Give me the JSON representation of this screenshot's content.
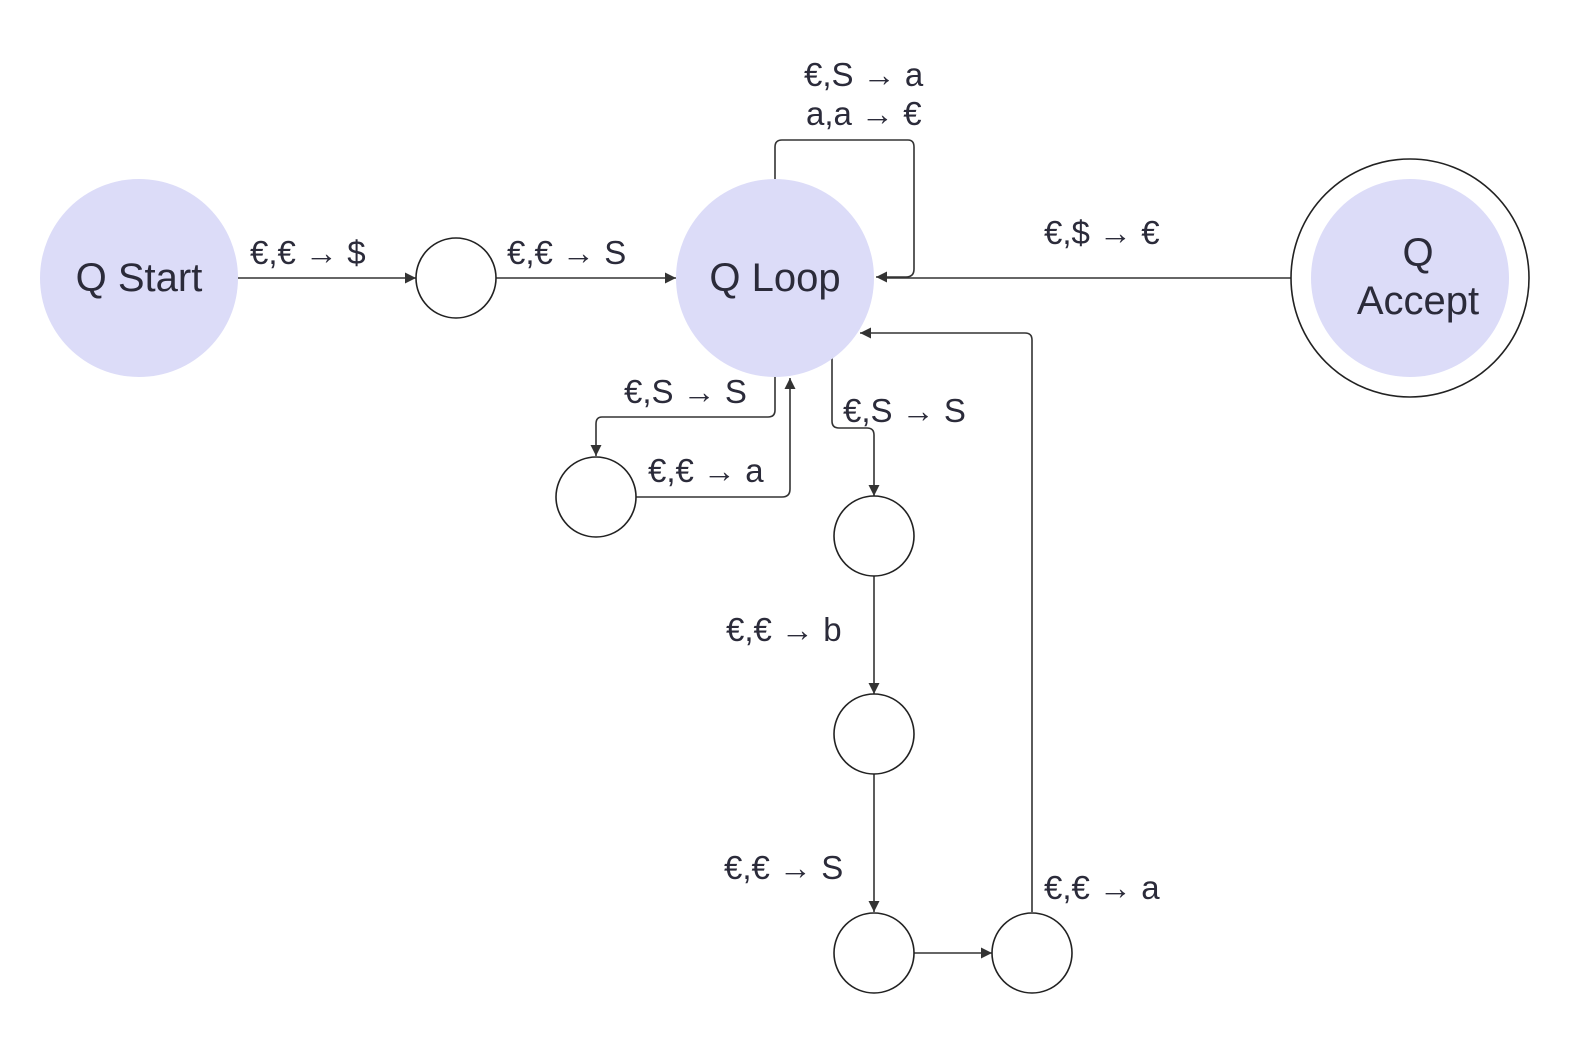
{
  "colors": {
    "state_fill": "#dcdcf8",
    "stroke": "#333333",
    "text": "#2b2b3a",
    "background": "#ffffff"
  },
  "states": {
    "start": "Q Start",
    "loop": "Q Loop",
    "accept_line1": "Q",
    "accept_line2": "Accept"
  },
  "transitions": {
    "start_to_s1": "€,€  → $",
    "s1_to_loop": "€,€  → S",
    "loop_self_1": "€,S  → a",
    "loop_self_2": "a,a  → €",
    "loop_to_accept": "€,$  → €",
    "loop_to_s2": "€,S  → S",
    "s2_to_loop": "€,€  → a",
    "loop_to_s3": "€,S  → S",
    "s3_to_s4": "€,€  → b",
    "s4_to_s5": "€,€  → S",
    "s6_to_loop": "€,€  → a"
  }
}
